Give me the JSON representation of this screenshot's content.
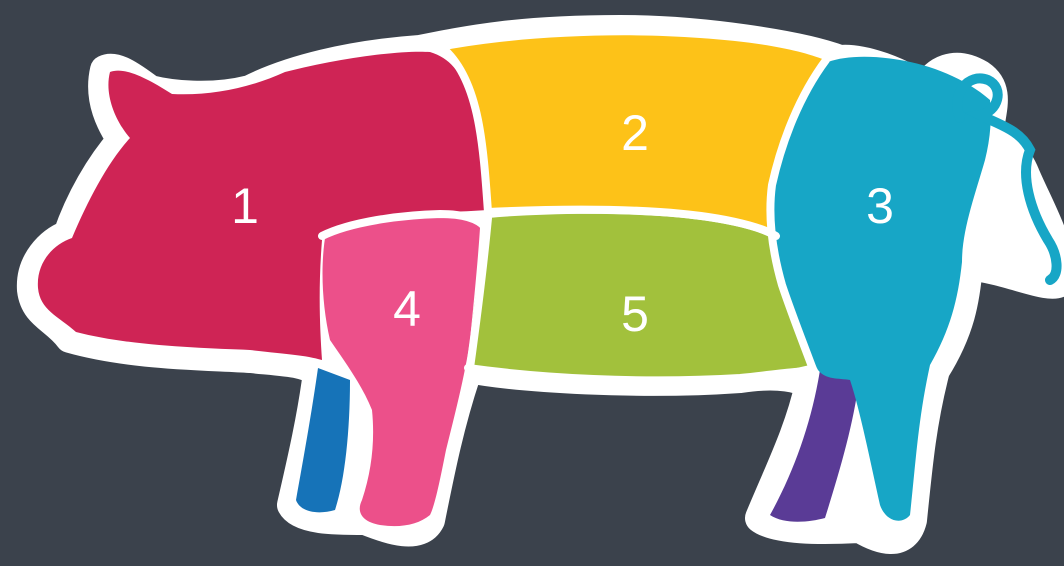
{
  "background": "#3b424c",
  "outline_color": "#ffffff",
  "cuts": [
    {
      "id": "1",
      "label": "1",
      "color": "#cf2455"
    },
    {
      "id": "2",
      "label": "2",
      "color": "#fdc218"
    },
    {
      "id": "3",
      "label": "3",
      "color": "#17a6c6"
    },
    {
      "id": "4",
      "label": "4",
      "color": "#ec508a"
    },
    {
      "id": "5",
      "label": "5",
      "color": "#a2c13c"
    }
  ],
  "legs": [
    {
      "id": "front-back-leg",
      "color": "#1673b8"
    },
    {
      "id": "rear-back-leg",
      "color": "#5a3b96"
    }
  ]
}
